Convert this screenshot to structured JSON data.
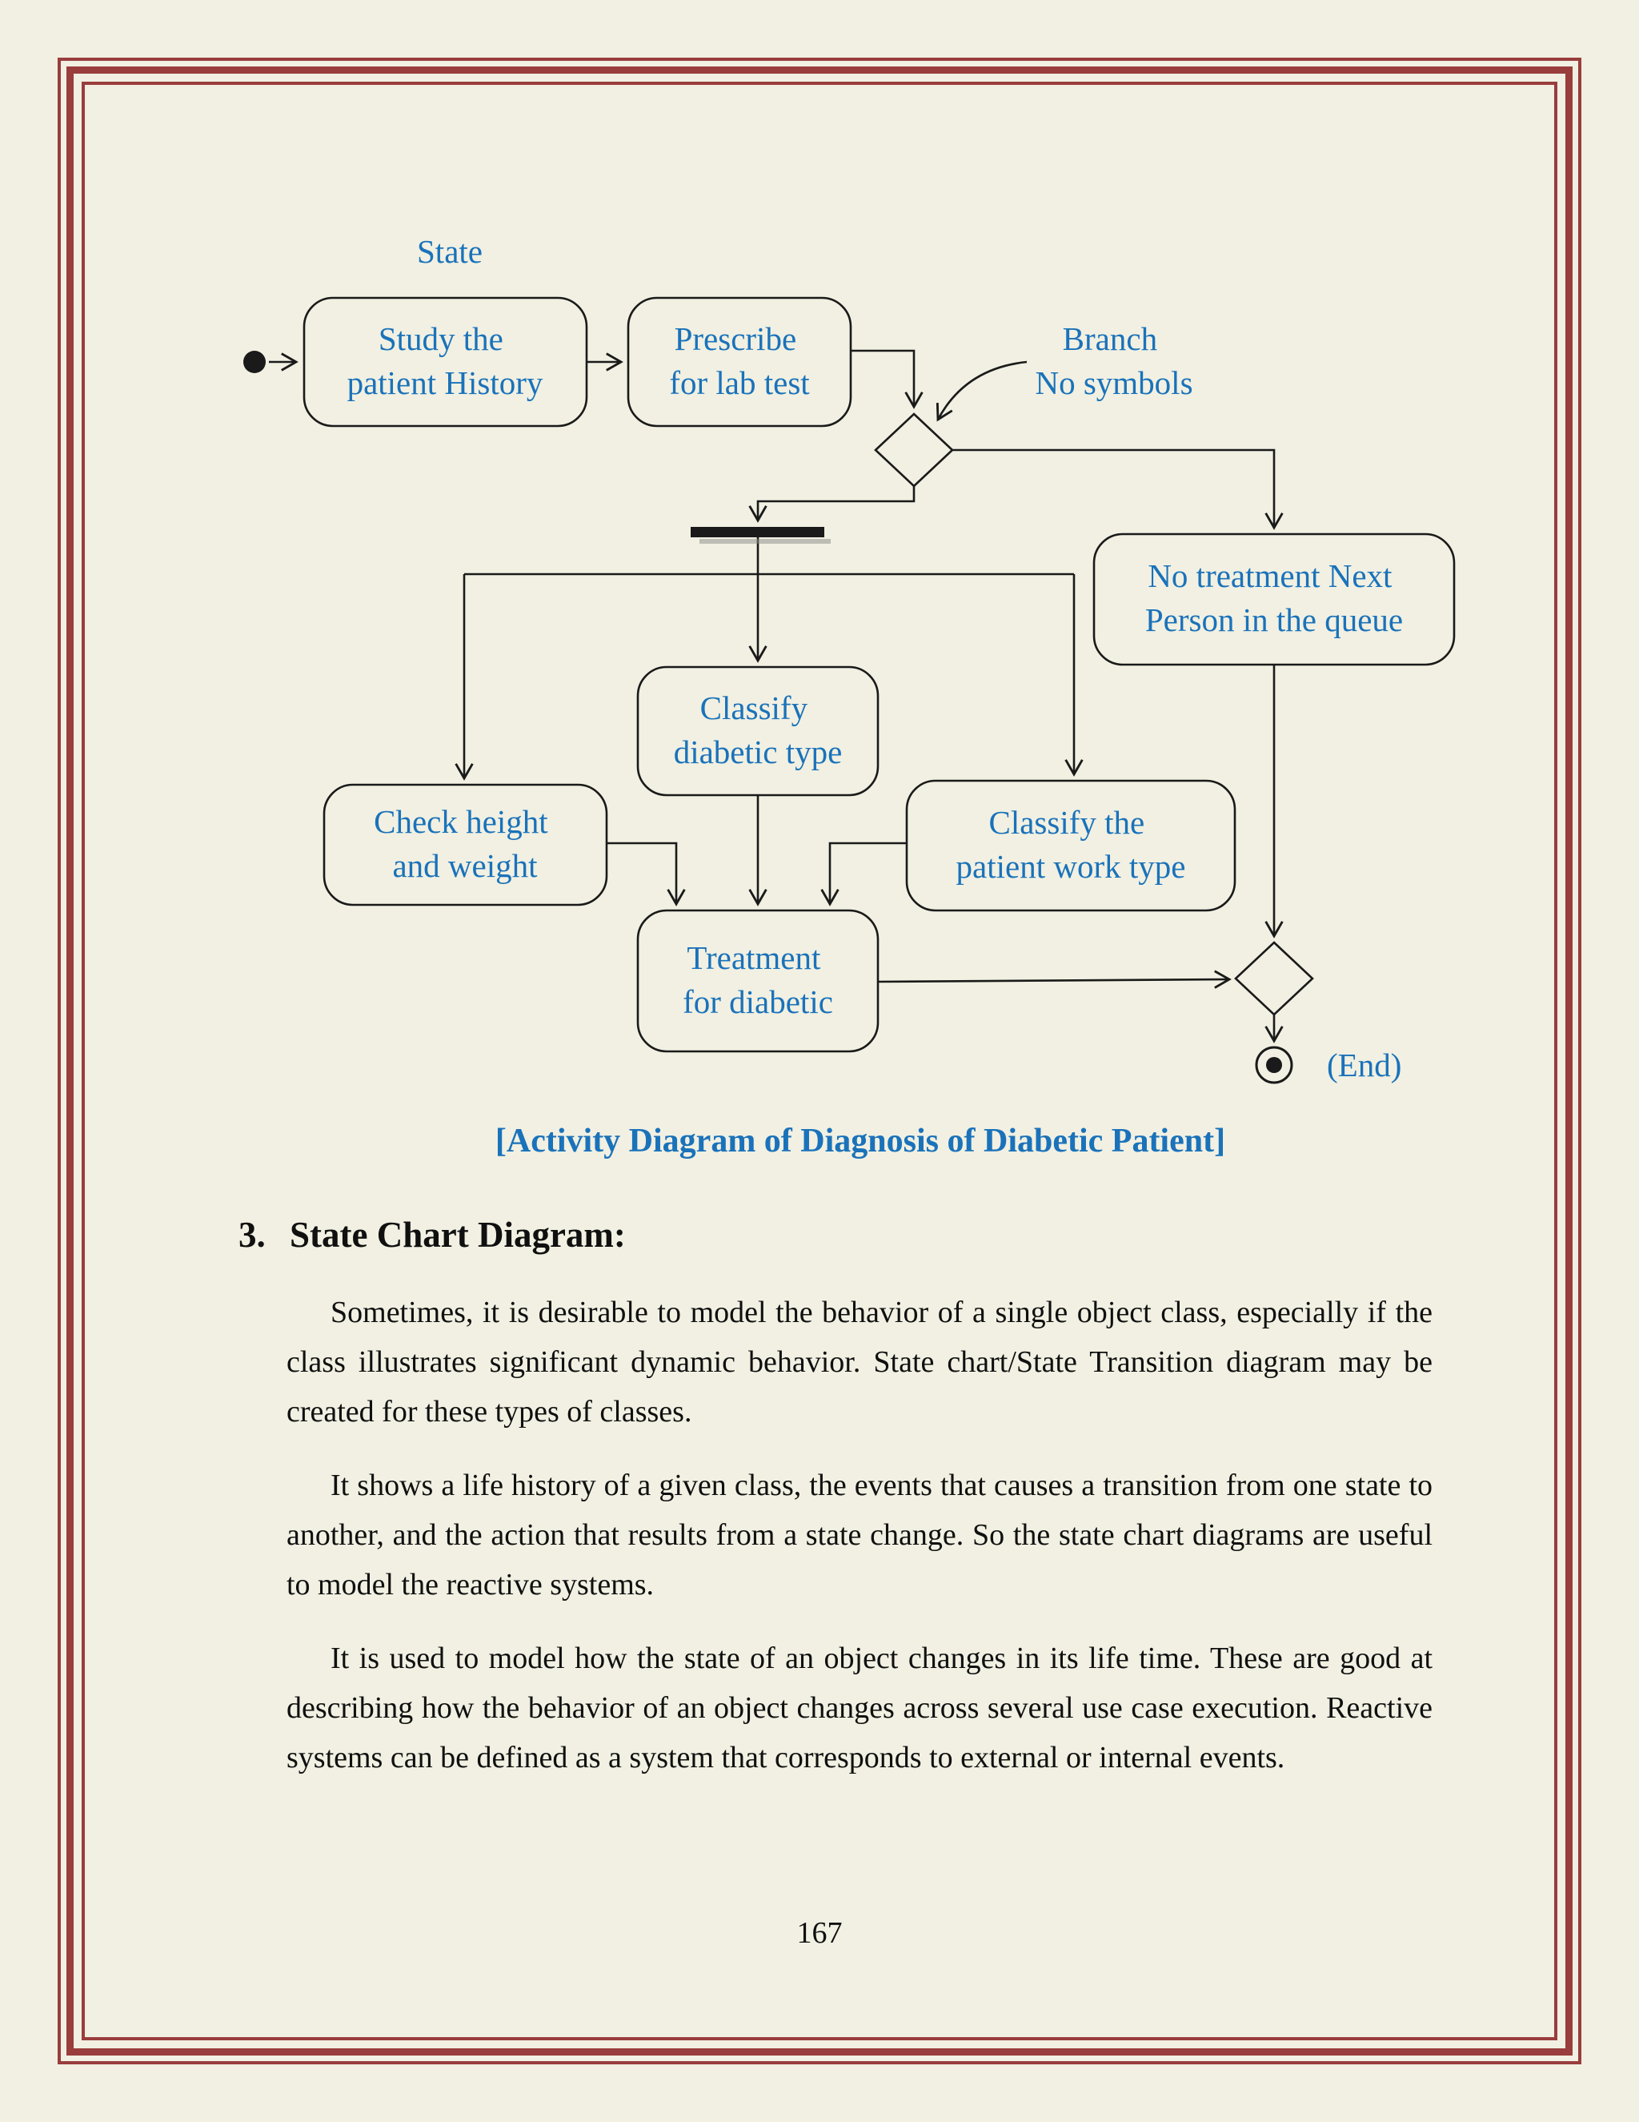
{
  "colors": {
    "page_bg": "#f1f0e2",
    "frame_maroon": "#9a3d3d",
    "text_blue": "#1a72ba",
    "ink_black": "#1a1a1a"
  },
  "diagram": {
    "state_label": "State",
    "branch_label": {
      "line1": "Branch",
      "line2": "No symbols"
    },
    "end_label": "(End)",
    "caption": "[Activity Diagram of Diagnosis of Diabetic Patient]",
    "nodes": {
      "study": {
        "line1": "Study the",
        "line2": "patient History"
      },
      "prescribe": {
        "line1": "Prescribe",
        "line2": "for lab test"
      },
      "no_treatment": {
        "line1": "No treatment Next",
        "line2": "Person in the queue"
      },
      "classify_diabetic": {
        "line1": "Classify",
        "line2": "diabetic type"
      },
      "check_height": {
        "line1": "Check height",
        "line2": "and weight"
      },
      "classify_work": {
        "line1": "Classify the",
        "line2": "patient work type"
      },
      "treatment": {
        "line1": "Treatment",
        "line2": "for diabetic"
      }
    }
  },
  "section": {
    "number": "3.",
    "title": "State Chart Diagram:",
    "paragraphs": [
      "Sometimes, it is desirable to model the behavior of a single object class, especially if the class illustrates significant dynamic behavior. State chart/State Transition diagram may be created for these types of classes.",
      "It shows a life history of a given class, the events that causes a transition from one state to another, and the action that results from a state change. So the state chart diagrams are useful to model the reactive systems.",
      "It is used to model how the state of an object changes in its life time. These are good at describing how the behavior of an object changes across several use case execution. Reactive systems can be defined as a system that corresponds to external or internal events."
    ]
  },
  "page": {
    "number": "167"
  }
}
